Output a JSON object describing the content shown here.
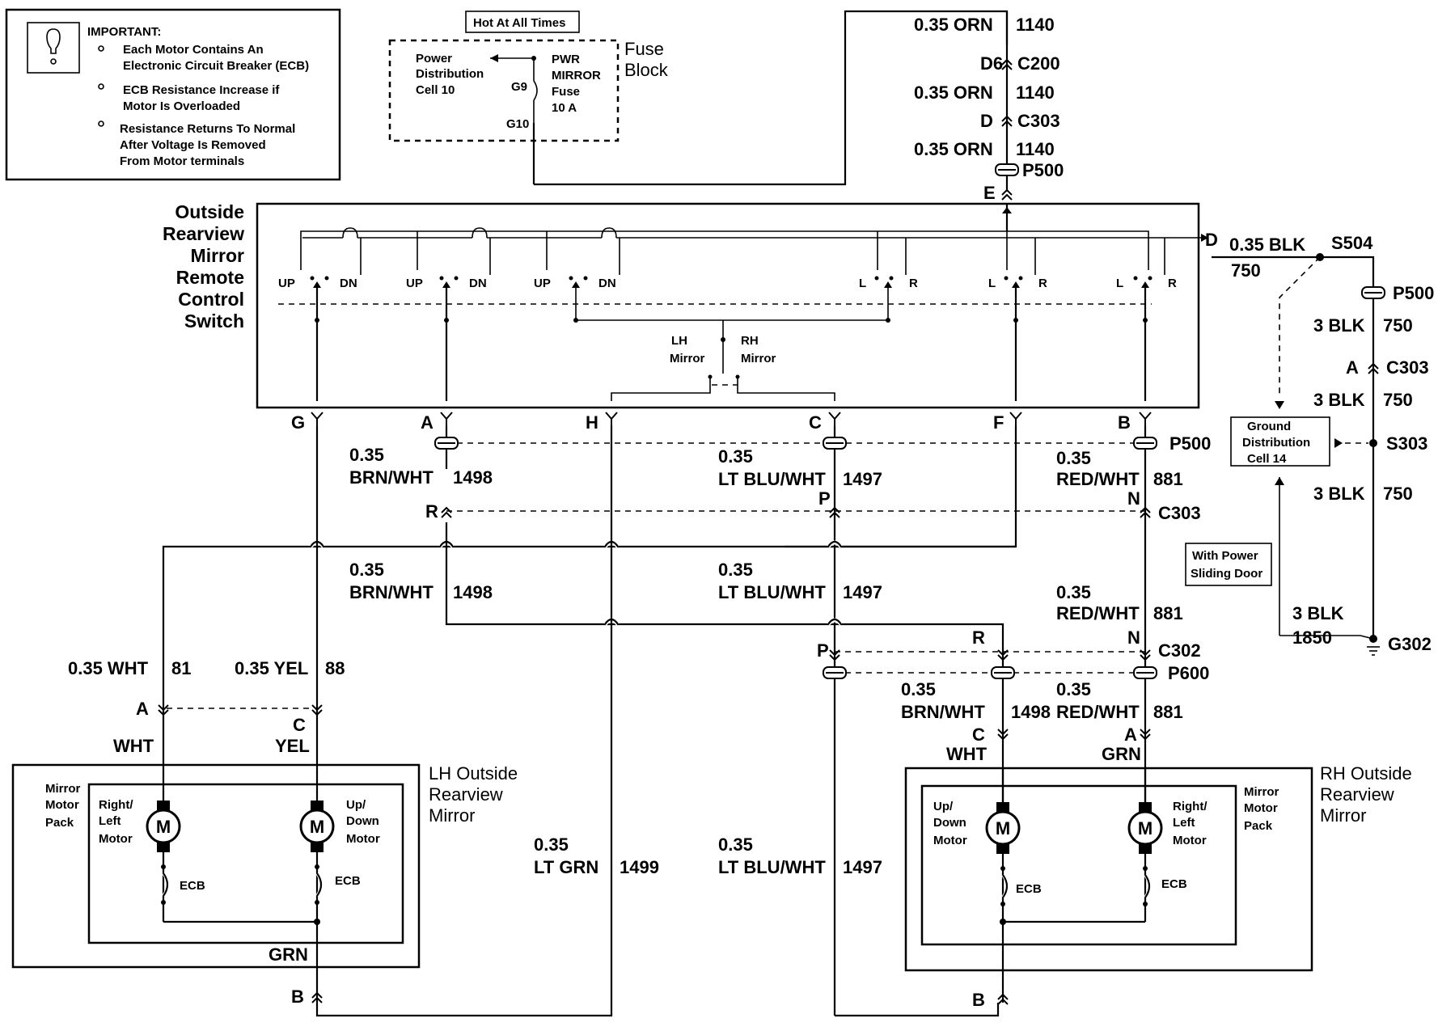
{
  "colors": {
    "ink": "#000000",
    "paper": "#ffffff"
  },
  "important": {
    "title": "IMPORTANT:",
    "icon": "light-bulb-icon",
    "items": [
      "Each Motor Contains An",
      "Electronic Circuit Breaker (ECB)",
      "ECB Resistance Increase if",
      "Motor Is Overloaded",
      "Resistance Returns To Normal",
      "After Voltage Is Removed",
      "From Motor terminals"
    ]
  },
  "fuse": {
    "hot": "Hot At All Times",
    "block1": "Fuse",
    "block2": "Block",
    "pd1": "Power",
    "pd2": "Distribution",
    "pd3": "Cell 10",
    "f1": "PWR",
    "f2": "MIRROR",
    "f3": "Fuse",
    "f4": "10 A",
    "g9": "G9",
    "g10": "G10"
  },
  "feed": {
    "wire_size": "0.35 ORN",
    "circuit": "1140",
    "d6": "D6",
    "c200": "C200",
    "d": "D",
    "c303": "C303",
    "p500": "P500",
    "e": "E"
  },
  "switch": {
    "title1": "Outside",
    "title2": "Rearview",
    "title3": "Mirror",
    "title4": "Remote",
    "title5": "Control",
    "title6": "Switch",
    "up": "UP",
    "dn": "DN",
    "l": "L",
    "r": "R",
    "lh1": "LH",
    "lh2": "Mirror",
    "rh1": "RH",
    "rh2": "Mirror"
  },
  "ground": {
    "d": "D",
    "size1": "0.35 BLK",
    "c750": "750",
    "s504": "S504",
    "p500": "P500",
    "blk3": "3 BLK",
    "a": "A",
    "c303": "C303",
    "gd1": "Ground",
    "gd2": "Distribution",
    "gd3": "Cell 14",
    "s303": "S303",
    "psd1": "With Power",
    "psd2": "Sliding Door",
    "c1850": "1850",
    "g302": "G302"
  },
  "pins": {
    "g": "G",
    "a": "A",
    "h": "H",
    "c": "C",
    "f": "F",
    "b": "B",
    "p500": "P500",
    "r": "R",
    "p": "P",
    "n": "N",
    "c303": "C303",
    "c302": "C302",
    "p600": "P600"
  },
  "wires": {
    "s035": "0.35",
    "brn_wht": "BRN/WHT",
    "c1498": "1498",
    "lt_blu_wht": "LT BLU/WHT",
    "c1497": "1497",
    "red_wht": "RED/WHT",
    "c881": "881",
    "wht_size": "0.35 WHT",
    "c81": "81",
    "yel_size": "0.35 YEL",
    "c88": "88",
    "lt_grn": "LT GRN",
    "c1499": "1499"
  },
  "lh_mirror": {
    "title1": "LH Outside",
    "title2": "Rearview",
    "title3": "Mirror",
    "pack1": "Mirror",
    "pack2": "Motor",
    "pack3": "Pack",
    "rl1": "Right/",
    "rl2": "Left",
    "rl3": "Motor",
    "ud1": "Up/",
    "ud2": "Down",
    "ud3": "Motor",
    "m": "M",
    "ecb": "ECB",
    "a": "A",
    "c": "C",
    "wht": "WHT",
    "yel": "YEL",
    "grn": "GRN",
    "b": "B"
  },
  "rh_mirror": {
    "title1": "RH Outside",
    "title2": "Rearview",
    "title3": "Mirror",
    "pack1": "Mirror",
    "pack2": "Motor",
    "pack3": "Pack",
    "ud1": "Up/",
    "ud2": "Down",
    "ud3": "Motor",
    "rl1": "Right/",
    "rl2": "Left",
    "rl3": "Motor",
    "m": "M",
    "ecb": "ECB",
    "c": "C",
    "a": "A",
    "wht": "WHT",
    "grn": "GRN",
    "b": "B"
  }
}
